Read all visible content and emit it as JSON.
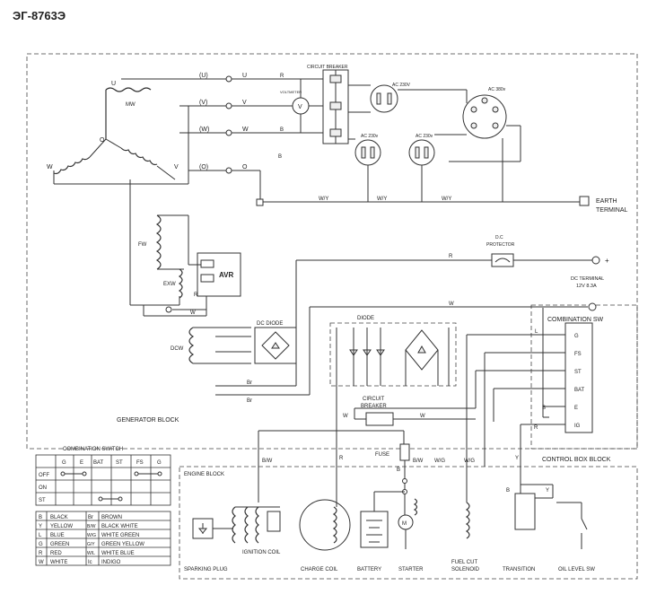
{
  "title": "ЭГ-8763Э",
  "terminals": {
    "u_paren": "(U)",
    "v_paren": "(V)",
    "w_paren": "(W)",
    "o_paren": "(O)",
    "u": "U",
    "v": "V",
    "w": "W",
    "o": "O"
  },
  "coils": {
    "mw": "MW",
    "fw": "FW",
    "exw": "EXW",
    "dcw": "DCW",
    "u": "U",
    "v": "V",
    "w": "W",
    "o": "O"
  },
  "components": {
    "circuit_breaker_top": "CIRCUIT BREAKER",
    "voltmeter": "V",
    "voltmeter_label": "VOLTMETER",
    "ac230v": "AC 230V",
    "ac230v_b": "AC 230v",
    "ac230v_c": "AC 230v",
    "ac380v": "AC 380v",
    "earth_terminal": [
      "EARTH",
      "TERMINAL"
    ],
    "dc_protector": [
      "D.C",
      "PROTECTOR"
    ],
    "dc_terminal": [
      "DC TERMINAL",
      "12V 8.3A"
    ],
    "avr": "AVR",
    "dc_diode": "DC DIODE",
    "diode": "DIODE",
    "combination_sw": "COMBINATION SW",
    "circuit_breaker_mid": [
      "CIRCUIT",
      "BREAKER"
    ],
    "fuse": "FUSE",
    "control_box_block": "CONTROL BOX BLOCK",
    "generator_block": "GENERATOR BLOCK",
    "engine_block": "ENGINE BLOCK",
    "ignition_coil": "IGNITION COIL",
    "sparking_plug": "SPARKING PLUG",
    "charge_coil": "CHARGE COIL",
    "battery": "BATTERY",
    "starter": "STARTER",
    "fuel_cut_solenoid": [
      "FUEL CUT",
      "SOLENOID"
    ],
    "transition": "TRANSITION",
    "oil_level_sw": "OIL LEVEL SW",
    "motor": "M"
  },
  "wire_labels": {
    "r1": "R",
    "b1": "B",
    "b2": "B",
    "b3": "B",
    "wy1": "W/Y",
    "wy2": "W/Y",
    "wy3": "W/Y",
    "r_dc": "R",
    "w_dc": "W",
    "w_avr": "W",
    "r_avr": "R",
    "l_diode": "L",
    "br1": "Br",
    "br2": "Br",
    "w_cb": "W",
    "w_cb2": "W",
    "bw_engine": "B/W",
    "r_charge": "R",
    "b_fuse": "B",
    "bw_fuse": "B/W",
    "wg1": "W/G",
    "wg2": "W/G",
    "y1": "Y",
    "y2": "Y",
    "b_trans": "B",
    "r_cb": "R"
  },
  "combination_sw_terminals": [
    "G",
    "FS",
    "ST",
    "BAT",
    "E",
    "IG"
  ],
  "switch_table": {
    "title": "COMBINATION SWITCH",
    "headers": [
      "G",
      "E",
      "BAT",
      "ST",
      "FS",
      "G"
    ],
    "rows": [
      "OFF",
      "ON",
      "ST"
    ]
  },
  "color_legend": [
    [
      "B",
      "BLACK",
      "Br",
      "BROWN"
    ],
    [
      "Y",
      "YELLOW",
      "B/W",
      "BLACK WHITE"
    ],
    [
      "L",
      "BLUE",
      "W/G",
      "WHITE GREEN"
    ],
    [
      "G",
      "GREEN",
      "G/Y",
      "GREEN YELLOW"
    ],
    [
      "R",
      "RED",
      "W/L",
      "WHITE BLUE"
    ],
    [
      "W",
      "WHITE",
      "Ic",
      "INDIGO"
    ]
  ],
  "colors": {
    "line": "#333333",
    "background": "#ffffff"
  }
}
